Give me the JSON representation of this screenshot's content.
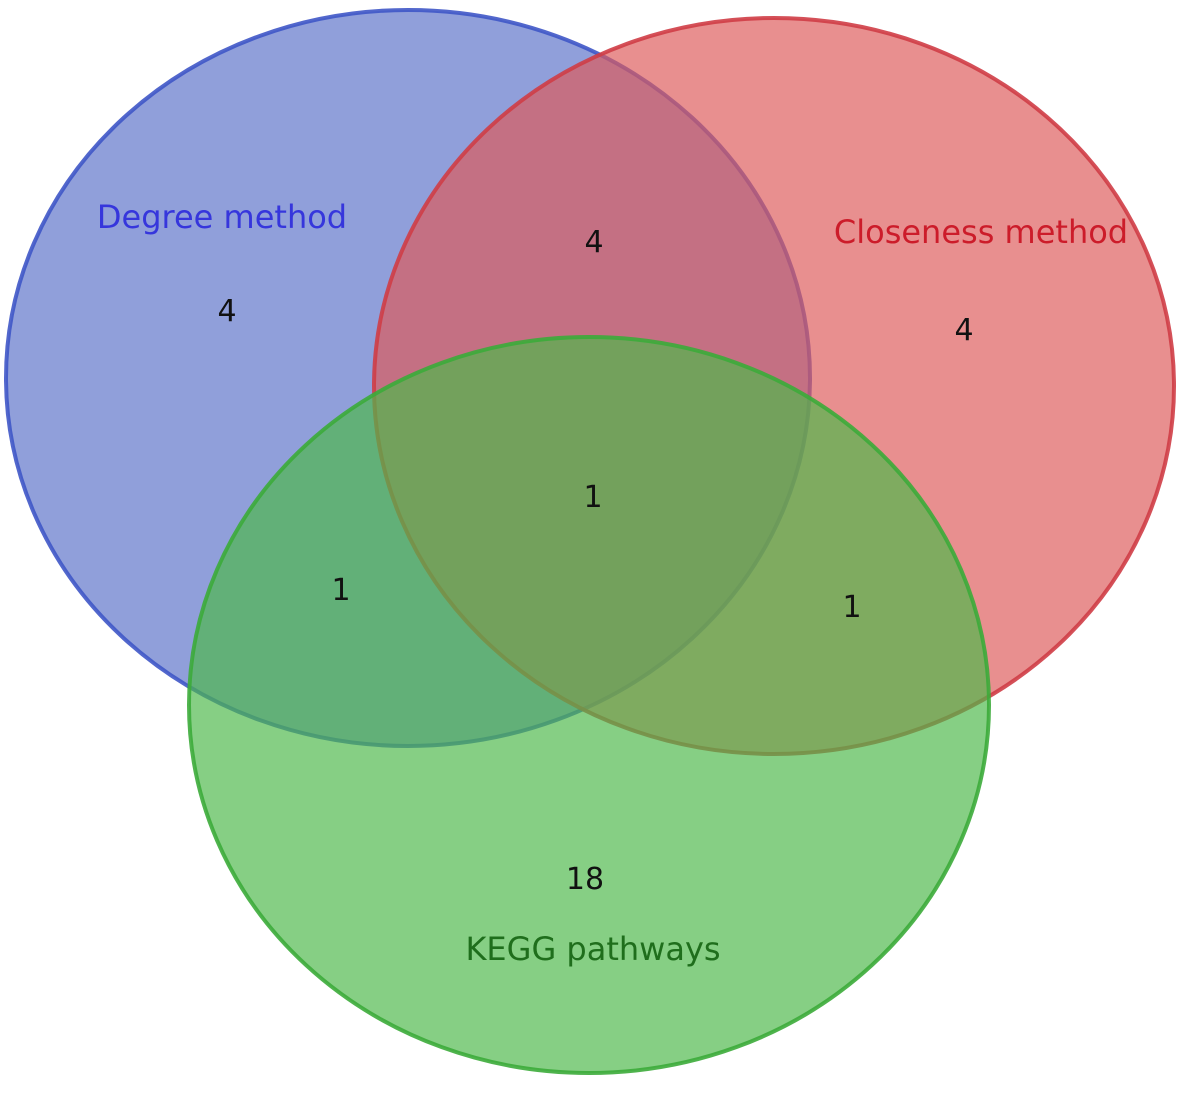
{
  "chart_data": {
    "type": "venn",
    "sets": [
      {
        "name": "Degree method",
        "fill": "#5b72c9",
        "stroke": "#3f56c6",
        "label_color": "#3636dc"
      },
      {
        "name": "Closeness method",
        "fill": "#dd5a5a",
        "stroke": "#cf3d46",
        "label_color": "#cc1c2a"
      },
      {
        "name": "KEGG pathways",
        "fill": "#4cb84a",
        "stroke": "#3cab3a",
        "label_color": "#1f6e1c"
      }
    ],
    "regions": {
      "degree_only": "4",
      "closeness_only": "4",
      "kegg_only": "18",
      "degree_closeness": "4",
      "degree_kegg": "1",
      "closeness_kegg": "1",
      "all_three": "1"
    }
  }
}
